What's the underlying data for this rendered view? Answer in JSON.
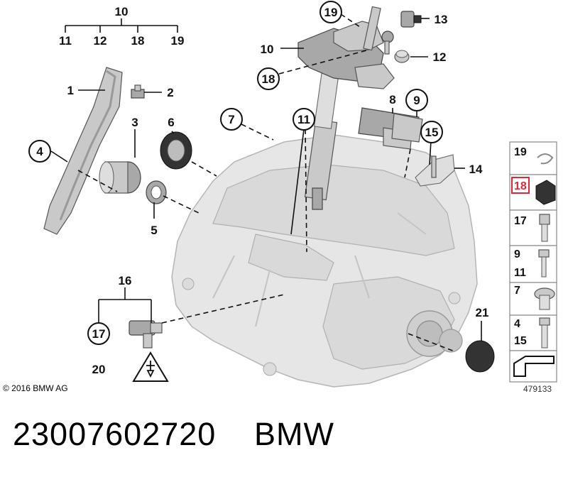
{
  "callouts": {
    "c10_top": "10",
    "c11_top": "11",
    "c12_top": "12",
    "c18_top": "18",
    "c19_top": "19",
    "c1": "1",
    "c2": "2",
    "c3": "3",
    "c4": "4",
    "c5": "5",
    "c6": "6",
    "c7": "7",
    "c8": "8",
    "c9": "9",
    "c10": "10",
    "c11": "11",
    "c12": "12",
    "c13": "13",
    "c14": "14",
    "c15": "15",
    "c16": "16",
    "c17": "17",
    "c18": "18",
    "c19": "19",
    "c20": "20",
    "c21": "21"
  },
  "legend": {
    "r1": "19",
    "r2": "18",
    "r3": "17",
    "r4a": "9",
    "r4b": "11",
    "r5": "7",
    "r6a": "4",
    "r6b": "15"
  },
  "footer": {
    "copyright": "© 2016 BMW AG",
    "diagram_id": "479133",
    "part_number": "23007602720",
    "brand": "BMW"
  },
  "colors": {
    "highlight": "#e0263a",
    "housing": "#e6e6e6"
  }
}
